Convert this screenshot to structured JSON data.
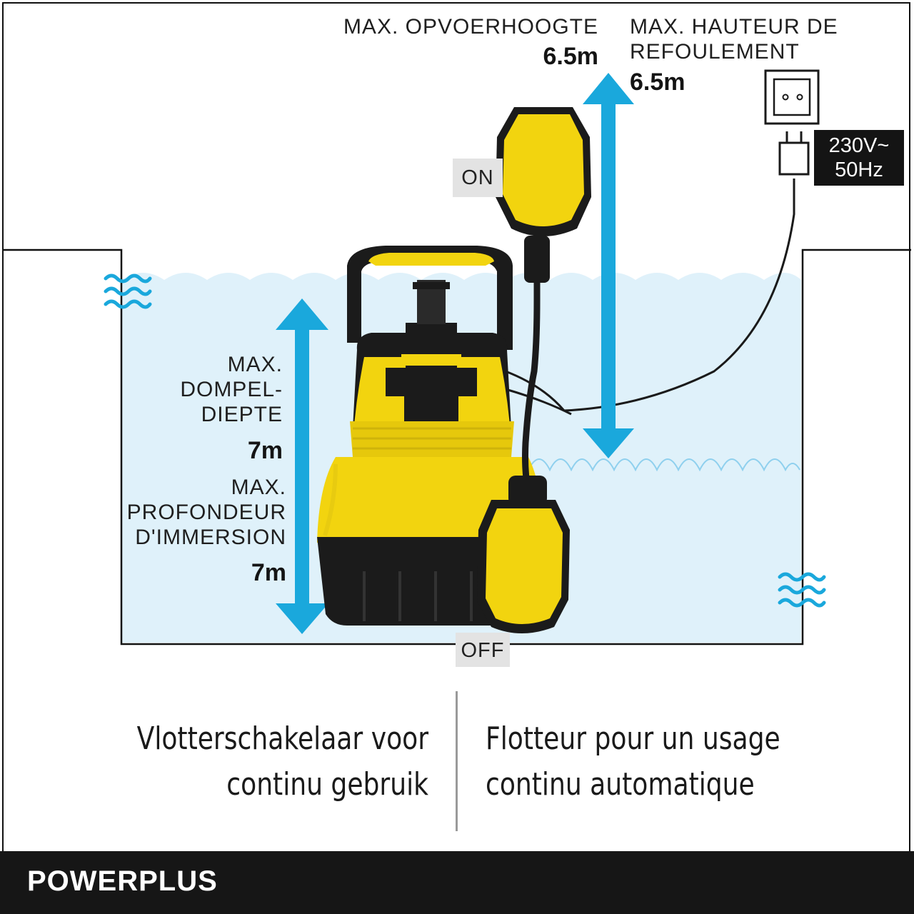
{
  "lift": {
    "label_nl": "MAX. OPVOERHOOGTE",
    "value_nl": "6.5m",
    "label_fr_line1": "MAX. HAUTEUR DE",
    "label_fr_line2": "REFOULEMENT",
    "value_fr": "6.5m"
  },
  "power": {
    "line1": "230V~",
    "line2": "50Hz"
  },
  "switch": {
    "on_label": "ON",
    "off_label": "OFF"
  },
  "depth": {
    "label_nl_line1": "MAX.",
    "label_nl_line2": "DOMPEL-",
    "label_nl_line3": "DIEPTE",
    "value_nl": "7m",
    "label_fr_line1": "MAX.",
    "label_fr_line2": "PROFONDEUR",
    "label_fr_line3": "D'IMMERSION",
    "value_fr": "7m"
  },
  "caption": {
    "nl_line1": "Vlotterschakelaar voor",
    "nl_line2": "continu gebruik",
    "fr_line1": "Flotteur pour un usage",
    "fr_line2": "continu automatique"
  },
  "brand": "POWERPLUS",
  "colors": {
    "water": "#dff1fa",
    "wave": "#7fc9ea",
    "arrow": "#1aa8dc",
    "pump_yellow": "#f2d40f",
    "pump_black": "#1b1b1b"
  }
}
